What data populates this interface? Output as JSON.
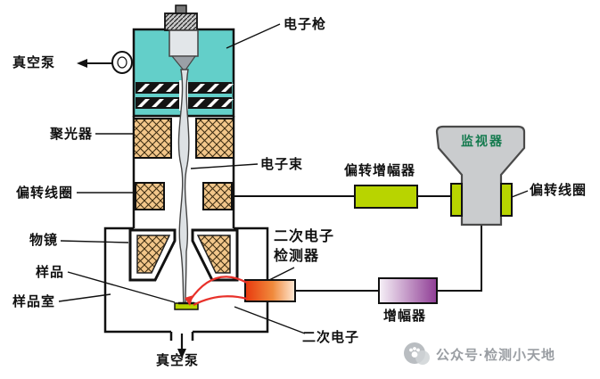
{
  "labels": {
    "electron_gun": "电子枪",
    "vacuum_pump_top": "真空泵",
    "condenser_lens": "聚光器",
    "electron_beam": "电子束",
    "deflection_coil_column": "偏转线圈",
    "objective_lens": "物镜",
    "sample": "样品",
    "sample_chamber": "样品室",
    "vacuum_pump_bottom": "真空泵",
    "secondary_detector_line1": "二次电子",
    "secondary_detector_line2": "检测器",
    "secondary_electron": "二次电子",
    "deflection_amplifier": "偏转增幅器",
    "monitor": "监视器",
    "deflection_coil_monitor": "偏转线圈",
    "amplifier": "增幅器"
  },
  "watermark": {
    "brand": "公众号·检测小天地"
  },
  "colors": {
    "gun_housing_teal": "#63cfc9",
    "lens_hatch_fill": "#f2c68a",
    "coil_green": "#b8d400",
    "detector_orange": "#e8380d",
    "amplifier_purple": "#8f3d95",
    "monitor_gray": "#caccce",
    "secondary_electron_red": "#e8312a",
    "monitor_label_green": "#147a4e"
  }
}
